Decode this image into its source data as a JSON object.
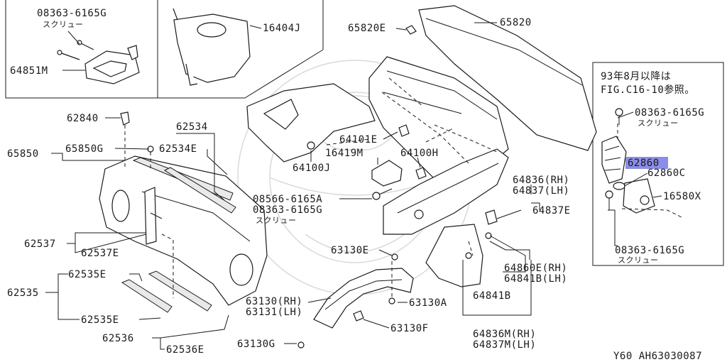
{
  "labels": {
    "p08363_6165G_top": "08363-6165G",
    "screw_top": "スクリュー",
    "p64851M": "64851M",
    "p16404J": "16404J",
    "p65820E": "65820E",
    "p65820": "65820",
    "note_line1": "93年8月以降は",
    "note_line2": "FIG.C16-10参照。",
    "p08363_6165G_right": "08363-6165G",
    "screw_right": "スクリュー",
    "p62860": "62860",
    "p62860C": "62860C",
    "p16580X": "16580X",
    "p08363_6165G_right_bottom": "08363-6165G",
    "screw_right_bottom": "スクリュー",
    "p62840": "62840",
    "p62534": "62534",
    "p65850": "65850",
    "p65850G": "65850G",
    "p62534E": "62534E",
    "p64101E": "64101E",
    "p16419M": "16419M",
    "p64100H": "64100H",
    "p64100J": "64100J",
    "p64836RH": "64836(RH)",
    "p64837LH": "64837(LH)",
    "p64837E": "64837E",
    "p08566_6165A": "08566-6165A",
    "p08363_6165G_mid": "08363-6165G",
    "screw_mid": "スクリュー",
    "p62537": "62537",
    "p62537E": "62537E",
    "p63130E": "63130E",
    "p64860E_RH": "64860E(RH)",
    "p64841B_LH": "64841B(LH)",
    "p62535E_top": "62535E",
    "p62535": "62535",
    "p62535E_bottom": "62535E",
    "p63130RH": "63130(RH)",
    "p63131LH": "63131(LH)",
    "p63130A": "63130A",
    "p64841B": "64841B",
    "p63130F": "63130F",
    "p62536": "62536",
    "p62536E": "62536E",
    "p63130G": "63130G",
    "p64836M_RH": "64836M(RH)",
    "p64837M_LH": "64837M(LH)",
    "footer_code": "Y60  AH63030087"
  },
  "highlight_color": "#8a8ee6"
}
